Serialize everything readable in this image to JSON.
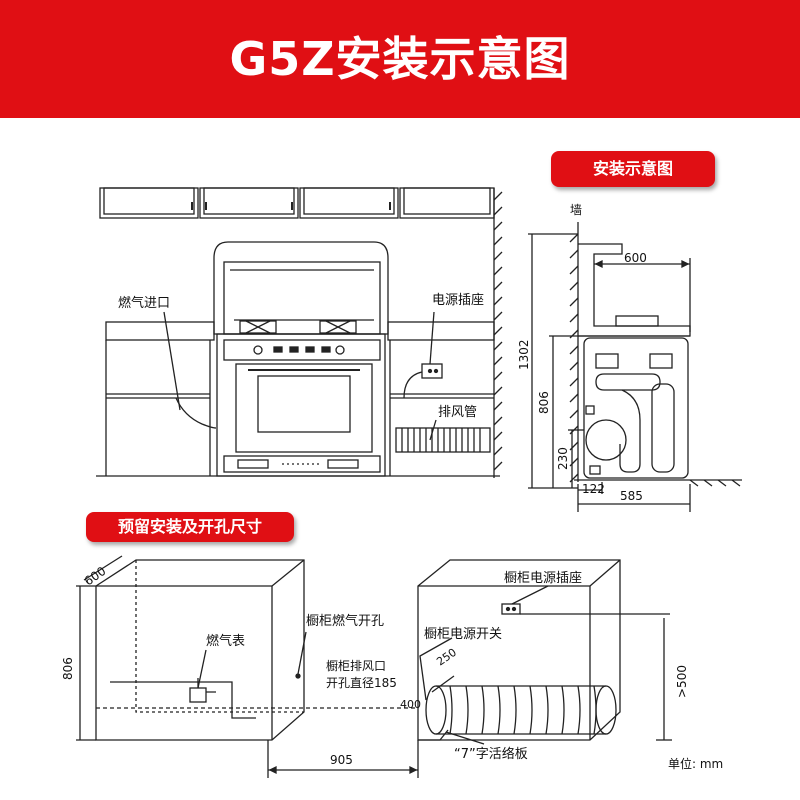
{
  "header": {
    "title": "G5Z安装示意图"
  },
  "section_side": {
    "title": "安装示意图"
  },
  "section_cutout": {
    "title": "预留安装及开孔尺寸"
  },
  "front_view": {
    "labels": {
      "gas_inlet": "燃气进口",
      "power_socket": "电源插座",
      "exhaust_pipe": "排风管"
    }
  },
  "side_view": {
    "wall": "墙",
    "dims": {
      "depth_top": "600",
      "height_total": "1302",
      "height_counter": "806",
      "height_low": "230",
      "offset_small": "122",
      "depth_cabinet": "585"
    }
  },
  "cutout_view": {
    "dims": {
      "depth": "600",
      "height": "806",
      "width": "905",
      "pipe_offset": "400",
      "right_height": ">500",
      "angle_dim": "250"
    },
    "labels": {
      "gas_meter": "燃气表",
      "gas_hole": "橱柜燃气开孔",
      "cabinet_socket": "橱柜电源插座",
      "cabinet_switch": "橱柜电源开关",
      "vent_line1": "橱柜排风口",
      "vent_line2": "开孔直径185",
      "hinge_board": "“7”字活络板",
      "unit": "单位: mm"
    }
  }
}
